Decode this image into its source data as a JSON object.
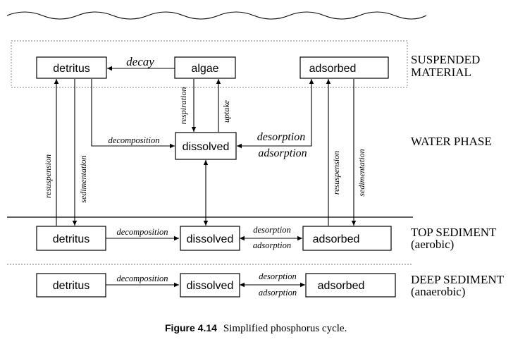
{
  "boxes": {
    "detritus_susp": "detritus",
    "algae": "algae",
    "adsorbed_susp": "adsorbed",
    "dissolved_water": "dissolved",
    "detritus_top": "detritus",
    "dissolved_top": "dissolved",
    "adsorbed_top": "adsorbed",
    "detritus_deep": "detritus",
    "dissolved_deep": "dissolved",
    "adsorbed_deep": "adsorbed"
  },
  "labels": {
    "decay": "decay",
    "respiration": "respiration",
    "uptake": "uptake",
    "decomposition_water": "decomposition",
    "desorption_water": "desorption",
    "adsorption_water": "adsorption",
    "resuspension_left": "resuspension",
    "sedimentation_left": "sedimentation",
    "resuspension_right": "resuspension",
    "sedimentation_right": "sedimentation",
    "decomposition_top": "decomposition",
    "desorption_top": "desorption",
    "adsorption_top": "adsorption",
    "decomposition_deep": "decomposition",
    "desorption_deep": "desorption",
    "adsorption_deep": "adsorption"
  },
  "zones": {
    "suspended_line1": "SUSPENDED",
    "suspended_line2": "MATERIAL",
    "water_phase": "WATER PHASE",
    "top_sediment_line1": "TOP SEDIMENT",
    "top_sediment_line2": "(aerobic)",
    "deep_sediment_line1": "DEEP SEDIMENT",
    "deep_sediment_line2": "(anaerobic)"
  },
  "caption": {
    "figure_label": "Figure 4.14",
    "text": "Simplified phosphorus cycle."
  }
}
